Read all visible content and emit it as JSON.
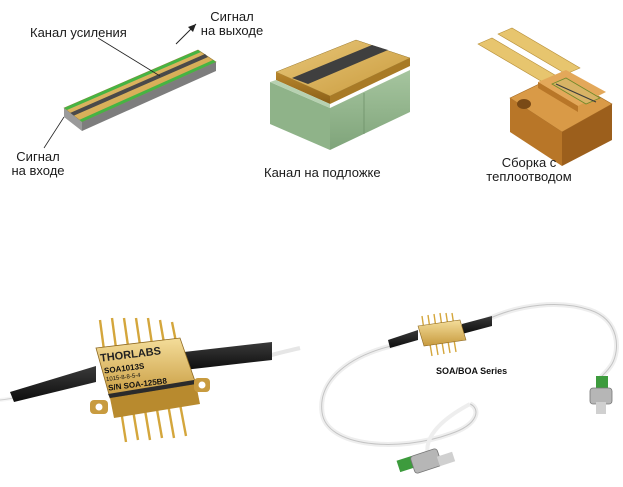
{
  "figure": {
    "gain_channel_label": "Канал усиления",
    "output_signal_line1": "Сигнал",
    "output_signal_line2": "на выходе",
    "input_signal_line1": "Сигнал",
    "input_signal_line2": "на входе",
    "substrate_channel_label": "Канал на подложке",
    "heatsink_line1": "Сборка с",
    "heatsink_line2": "теплоотводом",
    "device_marking": {
      "brand": "THORLABS",
      "model": "SOA1013S",
      "serial_line": "1015-8-8-5-4",
      "sn_line": "S/N SOA-125B8"
    },
    "series_label": "SOA/BOA Series"
  }
}
